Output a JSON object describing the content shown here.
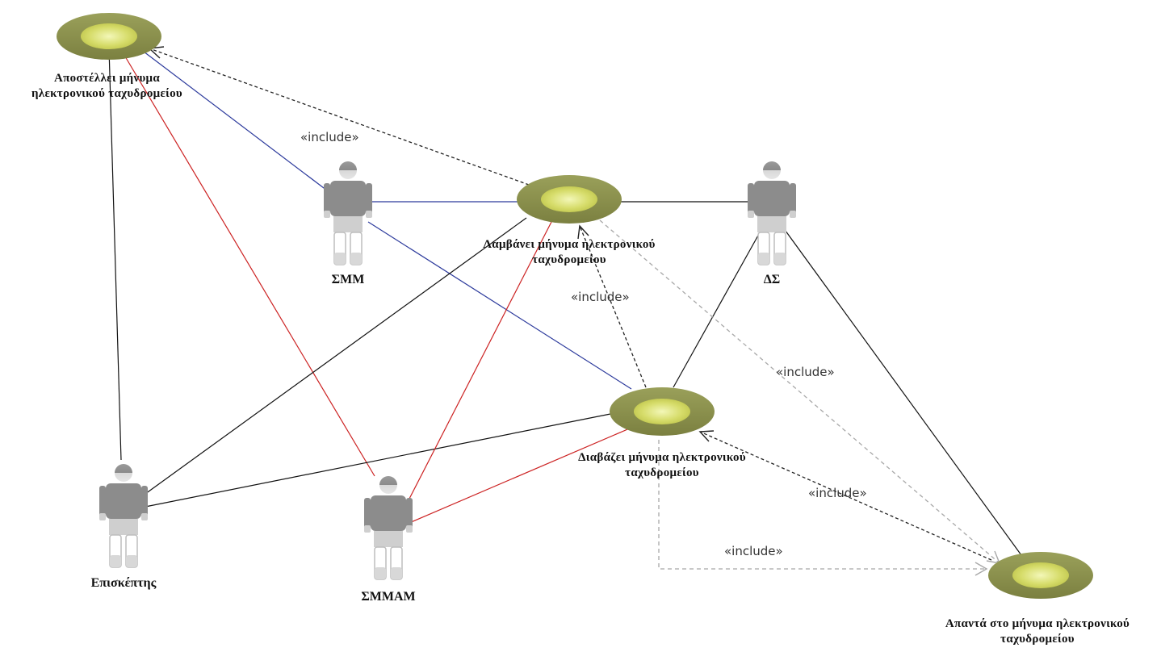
{
  "use_cases": {
    "send": {
      "line1": "Αποστέλλει μήνυμα",
      "line2": "ηλεκτρονικού ταχυδρομείου"
    },
    "receive": {
      "line1": "Λαμβάνει μήνυμα ηλεκτρονικού",
      "line2": "ταχυδρομείου"
    },
    "read": {
      "line1": "Διαβάζει μήνυμα ηλεκτρονικού",
      "line2": "ταχυδρομείου"
    },
    "reply": {
      "line1": "Απαντά στο μήνυμα ηλεκτρονικού",
      "line2": "ταχυδρομείου"
    }
  },
  "actors": {
    "smm": "ΣΜΜ",
    "ds": "ΔΣ",
    "visitor": "Επισκέπτης",
    "smmam": "ΣΜΜΑΜ"
  },
  "stereotypes": {
    "receive_send": "«include»",
    "read_receive": "«include»",
    "receive_reply": "«include»",
    "reply_read": "«include»",
    "read_reply": "«include»"
  },
  "colors": {
    "usecase_outer": "#8a8f4e",
    "usecase_inner": "#d6dc6a",
    "actor_dark": "#8c8c8c",
    "actor_light": "#cfcfcf",
    "assoc_black": "#111111",
    "assoc_blue": "#2c3a9c",
    "assoc_red": "#cc2222",
    "include_dark": "#222222",
    "include_gray": "#a8a8a8"
  }
}
